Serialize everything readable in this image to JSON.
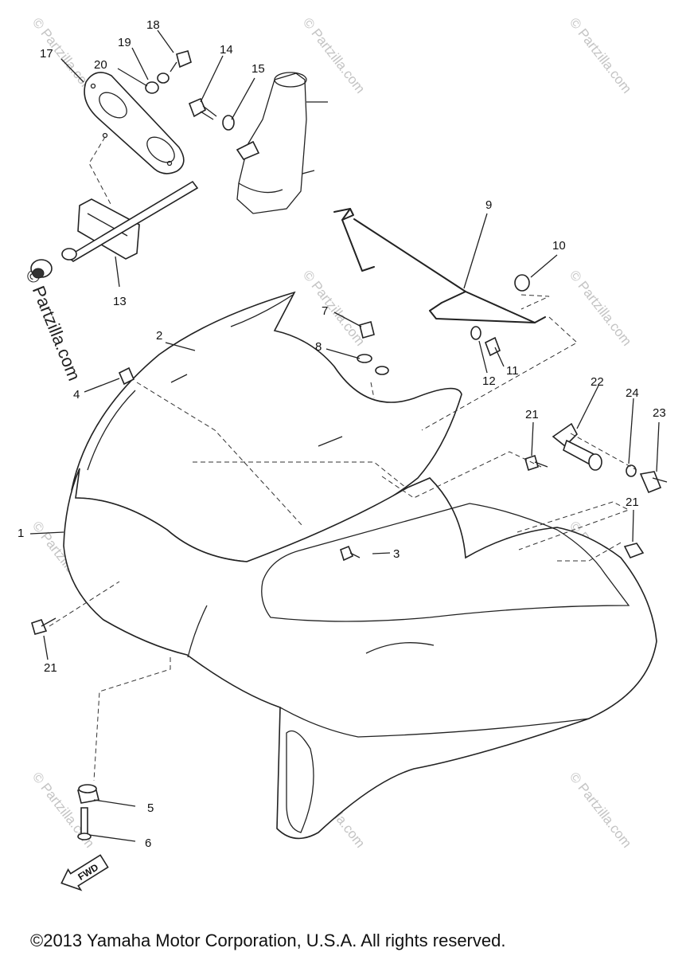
{
  "callouts": [
    "1",
    "2",
    "3",
    "4",
    "5",
    "6",
    "7",
    "8",
    "9",
    "10",
    "11",
    "12",
    "13",
    "14",
    "15",
    "17",
    "18",
    "19",
    "20",
    "21",
    "22",
    "23",
    "24"
  ],
  "watermark": "© Partzilla.com",
  "side_watermark": "© Partzilla.com",
  "fwd_label": "FWD",
  "copyright": "©2013  Yamaha Motor Corporation, U.S.A. All rights reserved."
}
